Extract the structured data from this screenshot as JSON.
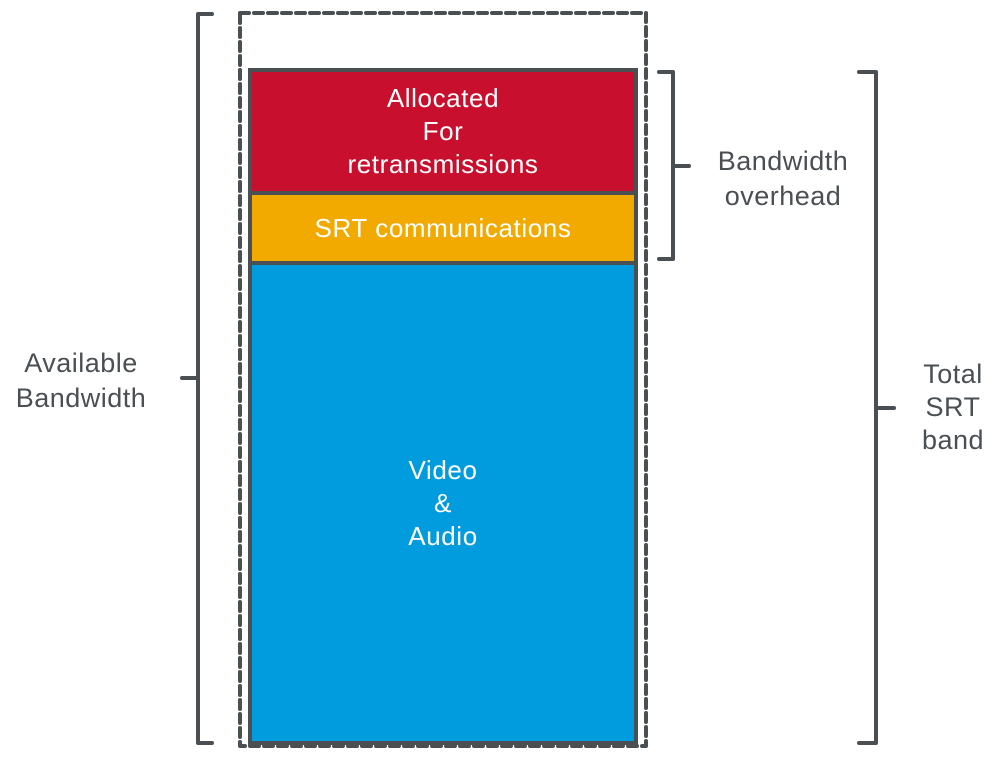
{
  "diagram": {
    "labels": {
      "available_bandwidth": {
        "line1": "Available",
        "line2": "Bandwidth"
      },
      "bandwidth_overhead": {
        "line1": "Bandwidth",
        "line2": "overhead"
      },
      "total_srt_band": {
        "line1": "Total",
        "line2": "SRT",
        "line3": "band"
      }
    },
    "bar": {
      "segments": [
        {
          "id": "allocated-for-retransmissions",
          "lines": [
            "Allocated",
            "For",
            "retransmissions"
          ],
          "color": "#C8102E"
        },
        {
          "id": "srt-communications",
          "lines": [
            "SRT communications"
          ],
          "color": "#F2A900"
        },
        {
          "id": "video-audio",
          "lines": [
            "Video",
            "&",
            "Audio"
          ],
          "color": "#009CDE"
        }
      ],
      "border_color": "#4A4F54",
      "text_color": "#FFFFFF"
    },
    "colors": {
      "outline": "#4A4F54",
      "label_text": "#4A4F54",
      "background": "#FFFFFF"
    }
  }
}
